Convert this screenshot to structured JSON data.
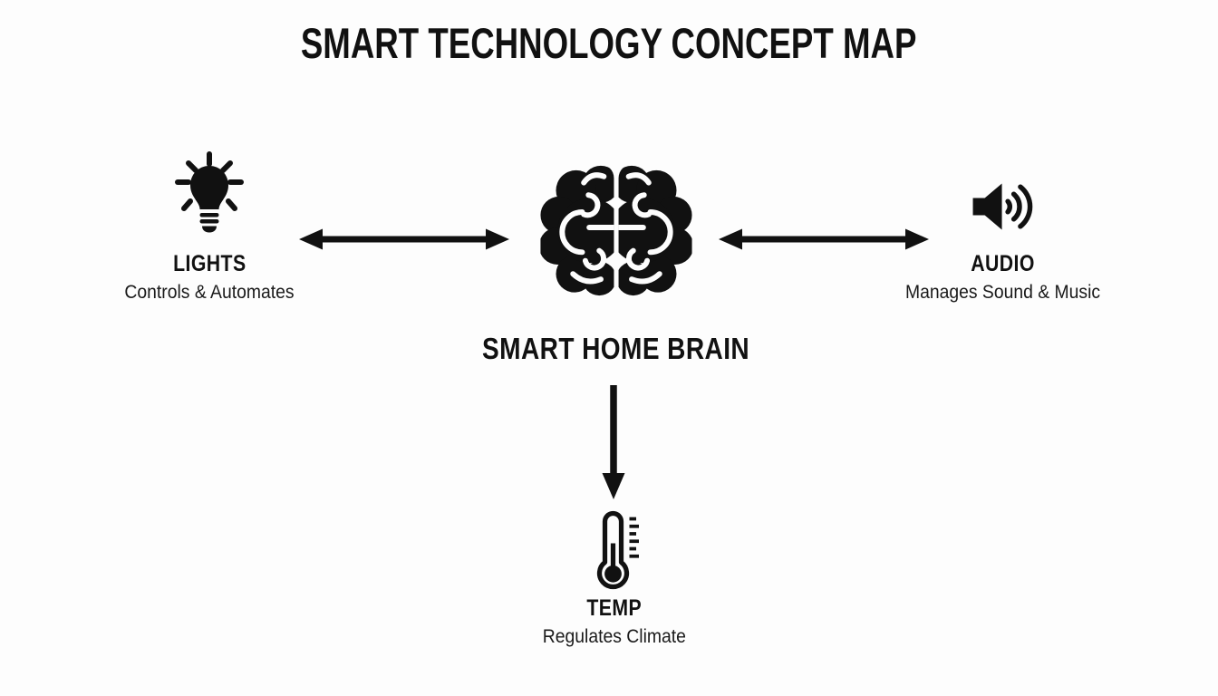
{
  "title": "SMART TECHNOLOGY CONCEPT MAP",
  "colors": {
    "background": "#fdfdfd",
    "ink": "#111111"
  },
  "center_node": {
    "id": "smart-home-brain",
    "label": "SMART HOME BRAIN",
    "icon": "brain-icon"
  },
  "nodes": [
    {
      "id": "lights",
      "label": "LIGHTS",
      "description": "Controls & Automates",
      "icon": "lightbulb-icon",
      "position": "left"
    },
    {
      "id": "audio",
      "label": "AUDIO",
      "description": "Manages Sound & Music",
      "icon": "speaker-icon",
      "position": "right"
    },
    {
      "id": "temp",
      "label": "TEMP",
      "description": "Regulates Climate",
      "icon": "thermometer-icon",
      "position": "bottom"
    }
  ],
  "connections": [
    {
      "from": "smart-home-brain",
      "to": "lights",
      "style": "double-headed-arrow"
    },
    {
      "from": "smart-home-brain",
      "to": "audio",
      "style": "double-headed-arrow"
    },
    {
      "from": "smart-home-brain",
      "to": "temp",
      "style": "single-headed-arrow-down"
    }
  ]
}
